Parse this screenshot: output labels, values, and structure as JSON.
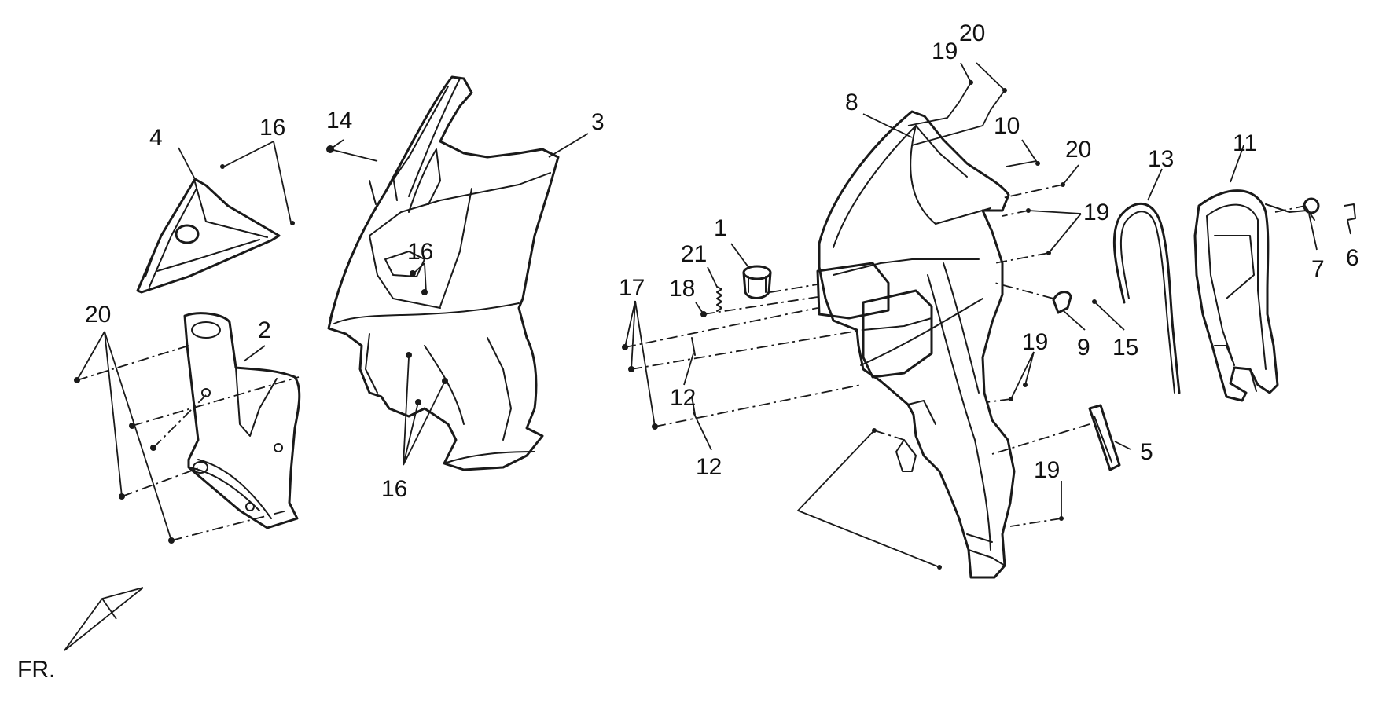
{
  "callouts": {
    "c1": "1",
    "c2": "2",
    "c3": "3",
    "c4": "4",
    "c5": "5",
    "c6": "6",
    "c7": "7",
    "c8": "8",
    "c9": "9",
    "c10": "10",
    "c11": "11",
    "c12a": "12",
    "c12b": "12",
    "c13": "13",
    "c14": "14",
    "c15": "15",
    "c16a": "16",
    "c16b": "16",
    "c16c": "16",
    "c17": "17",
    "c18": "18",
    "c19a": "19",
    "c19b": "19",
    "c19c": "19",
    "c19d": "19",
    "c20a": "20",
    "c20b": "20",
    "c20c": "20",
    "c21": "21"
  },
  "front_indicator": "FR."
}
